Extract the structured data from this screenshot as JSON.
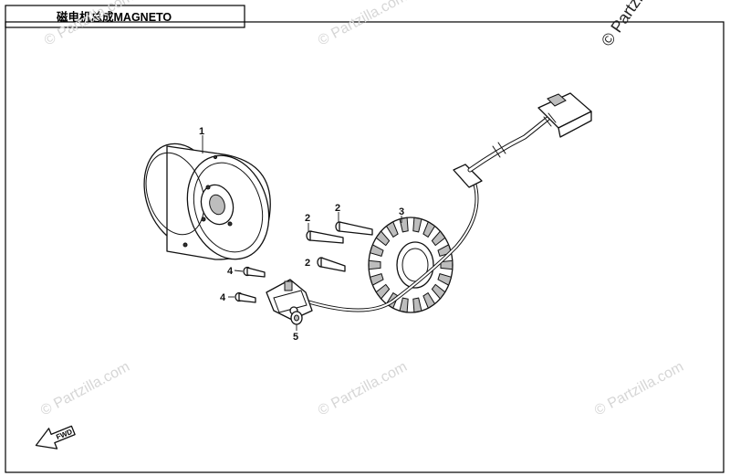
{
  "header": {
    "title": "磁电机总成MAGNETO"
  },
  "watermark": {
    "text": "© Partzilla.com",
    "corner_text": "© Partzilla.com"
  },
  "callouts": {
    "flywheel": "1",
    "bolt_upper": "2",
    "bolt_middle": "2",
    "bolt_lower": "2",
    "stator": "3",
    "screw_upper": "4",
    "screw_lower": "4",
    "grommet": "5"
  },
  "direction": {
    "label": "FWD"
  }
}
